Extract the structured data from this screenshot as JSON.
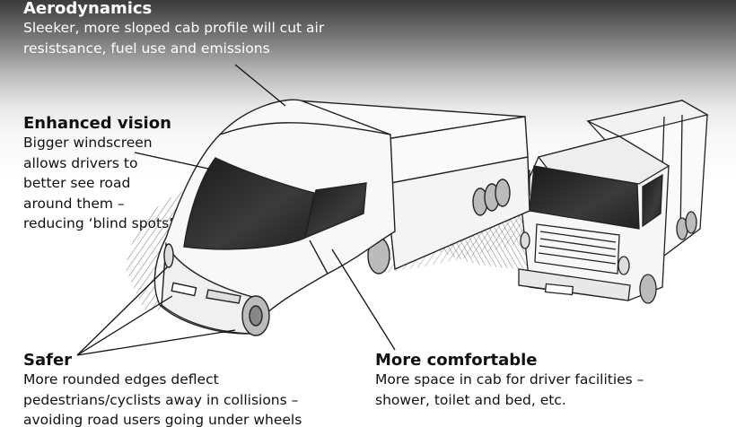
{
  "callouts": {
    "aerodynamics": {
      "title": "Aerodynamics",
      "body": "Sleeker, more sloped cab profile will cut air resistsance, fuel use and emissions"
    },
    "vision": {
      "title": "Enhanced vision",
      "body": "Bigger windscreen allows drivers to better see road around them – reducing ‘blind spots’"
    },
    "safer": {
      "title": "Safer",
      "body": "More rounded edges deflect pedestrians/cyclists away in collisions – avoiding road users going under wheels"
    },
    "comfort": {
      "title": "More comfortable",
      "body": "More space in cab for driver facilities – shower, toilet and bed, etc."
    }
  },
  "illustrations": {
    "new_truck": "sketch of sleek rounded-cab lorry",
    "old_truck": "sketch of conventional flat-fronted lorry"
  }
}
